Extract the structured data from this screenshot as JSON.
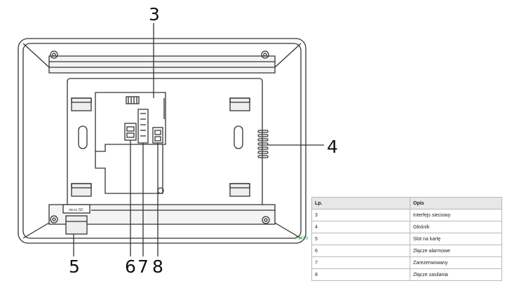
{
  "callouts": {
    "n3": "3",
    "n4": "4",
    "n5": "5",
    "n6": "6",
    "n7": "7",
    "n8": "8"
  },
  "device": {
    "sd_label": "micro SD",
    "mini_tag": "P1459"
  },
  "table": {
    "headers": {
      "lp": "Lp.",
      "opis": "Opis"
    },
    "rows": [
      {
        "lp": "3",
        "opis": "Interfejs sieciowy"
      },
      {
        "lp": "4",
        "opis": "Głośnik"
      },
      {
        "lp": "5",
        "opis": "Slot na kartę"
      },
      {
        "lp": "6",
        "opis": "Złącze alarmowe"
      },
      {
        "lp": "7",
        "opis": "Zarezerwowany"
      },
      {
        "lp": "8",
        "opis": "Złącze zasilania"
      }
    ]
  },
  "colors": {
    "line": "#333333",
    "fill_light": "#ffffff",
    "fill_shade": "#eeeeee",
    "tag_green": "#39a845"
  }
}
